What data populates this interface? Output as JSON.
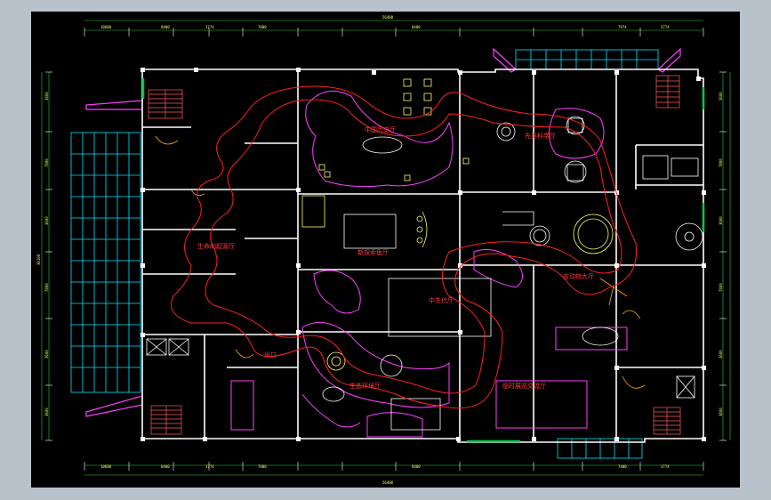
{
  "drawing": {
    "rooms": [
      {
        "id": "china-history",
        "text": "中国历史厅"
      },
      {
        "id": "ancient-science",
        "text": "先秦科学厅"
      },
      {
        "id": "life-origin",
        "text": "生命的起源厅"
      },
      {
        "id": "new-fish",
        "text": "新探索鱼厅"
      },
      {
        "id": "hall-right",
        "text": "古动物大厅"
      },
      {
        "id": "middle-hall",
        "text": "中生代厅"
      },
      {
        "id": "exit",
        "text": "出口"
      },
      {
        "id": "ecology",
        "text": "生态环境厅"
      },
      {
        "id": "exchange",
        "text": "临时展览交流厅"
      }
    ],
    "dims": {
      "overall_top": "56400",
      "overall_bottom": "56400",
      "overall_left": "36100",
      "top_row": [
        "10600",
        "8400",
        "3774",
        "7800",
        "",
        "8400",
        "",
        "",
        "",
        "7974",
        "3774"
      ],
      "bottom_row": [
        "10600",
        "8400",
        "3774",
        "7800",
        "",
        "8400",
        "",
        "",
        "",
        "7400",
        "3774"
      ],
      "left_col": [
        "3600",
        "7800",
        "3600",
        "7800",
        "3600",
        "3600"
      ],
      "right_col": [
        "3600",
        "7800",
        "3600",
        "7800",
        "3600",
        "3600"
      ]
    },
    "colors": {
      "background": "#000000",
      "frame": "#b9c1cb",
      "walls": "#ffffff",
      "route": "#ff2020",
      "exhibits": "#ff40ff",
      "glass": "#00e5ff",
      "dimensions": "#ffff66",
      "doors": "#ffaa00",
      "green": "#00cc44"
    }
  }
}
